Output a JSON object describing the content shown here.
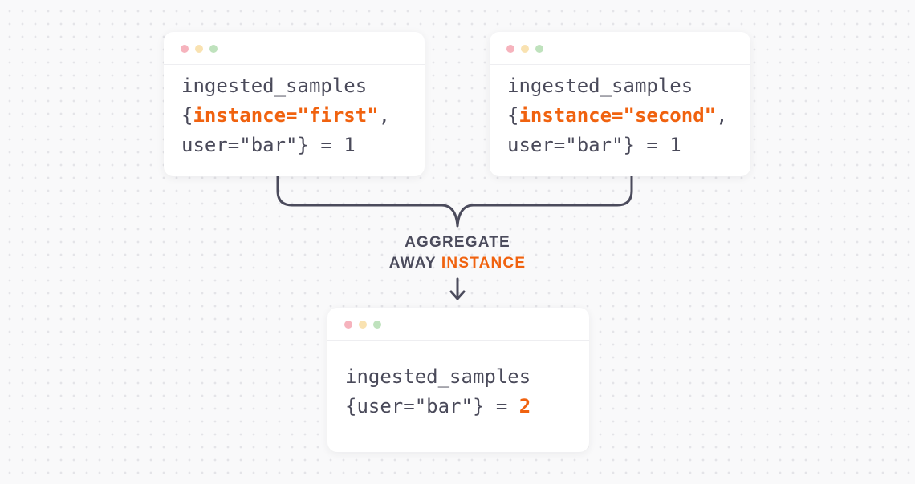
{
  "colors": {
    "accent": "#f0620f",
    "text": "#4a4a5a",
    "connector": "#4b4b5c"
  },
  "cards": [
    {
      "line1": "ingested_samples",
      "open": "{",
      "label": "instance=\"first\"",
      "sep": ",",
      "line3": "user=\"bar\"} = 1"
    },
    {
      "line1": "ingested_samples",
      "open": "{",
      "label": "instance=\"second\"",
      "sep": ",",
      "line3": "user=\"bar\"} = 1"
    }
  ],
  "result": {
    "line1": "ingested_samples",
    "line2": "{user=\"bar\"} = ",
    "value": "2"
  },
  "operation": {
    "line1": "AGGREGATE",
    "line2_plain": "AWAY",
    "line2_accent": "INSTANCE"
  }
}
